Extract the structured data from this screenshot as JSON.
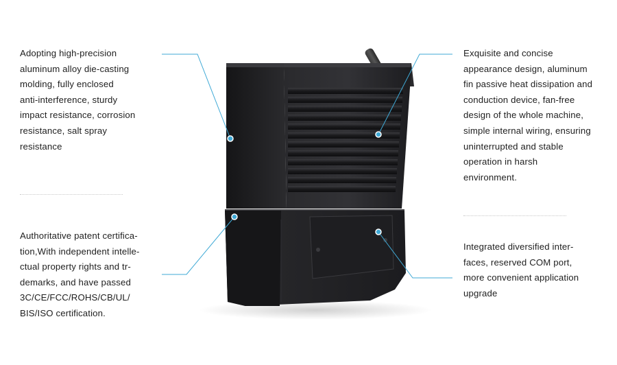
{
  "callouts": {
    "top_left": [
      "Adopting high-precision",
      "aluminum alloy die-casting",
      "molding, fully enclosed",
      "anti-interference,    sturdy",
      "impact resistance,  corrosion",
      "resistance, salt spray",
      "resistance"
    ],
    "bottom_left": [
      "Authoritative patent certifica-",
      "tion,With independent intelle-",
      "ctual property rights and tr-",
      "demarks, and have passed",
      "3C/CE/FCC/ROHS/CB/UL/",
      "BIS/ISO certification."
    ],
    "top_right": [
      "Exquisite and concise",
      "appearance design, aluminum",
      "fin passive heat dissipation and",
      "conduction device, fan-free",
      "design of the whole machine,",
      "simple internal wiring, ensuring",
      "uninterrupted and stable",
      "operation in harsh",
      "environment."
    ],
    "bottom_right": [
      "Integrated diversified inter-",
      "faces, reserved COM port,",
      "more convenient application",
      "upgrade"
    ]
  },
  "colors": {
    "leader_line": "#3fa9d6",
    "text": "#1e1e1e",
    "device_body": "#1f1f21"
  },
  "icons": {
    "product": "industrial-fanless-mini-pc-photo",
    "antenna": "wifi-antenna-icon"
  }
}
